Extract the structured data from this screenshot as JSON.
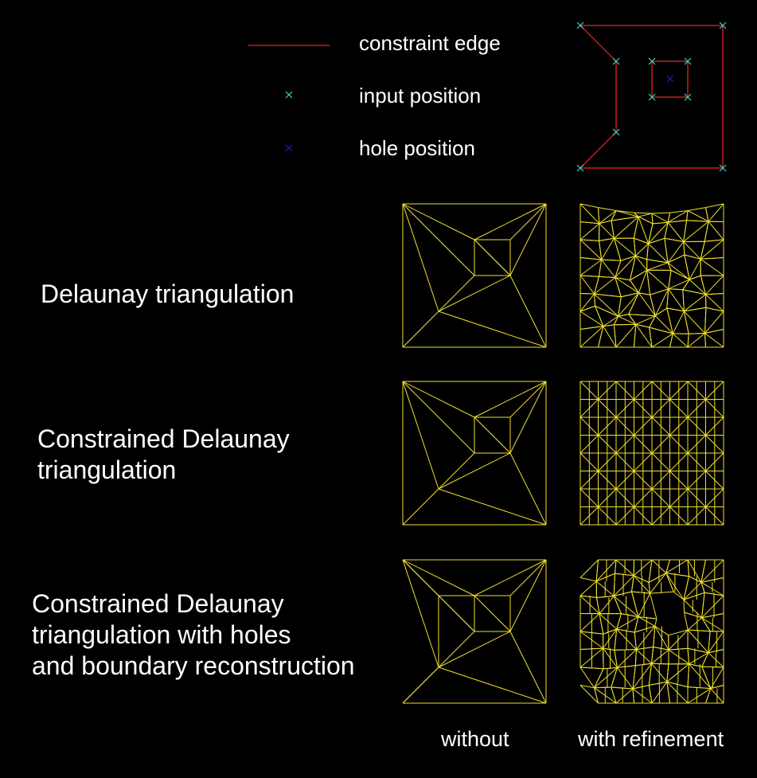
{
  "legend": {
    "items": [
      {
        "label": "constraint edge",
        "marker": "line",
        "color": "#cc1a1a"
      },
      {
        "label": "input position",
        "marker": "x",
        "color": "#3ad6d6"
      },
      {
        "label": "hole position",
        "marker": "x",
        "color": "#1c1cc8"
      }
    ]
  },
  "rows": [
    {
      "label": "Delaunay triangulation"
    },
    {
      "label": "Constrained Delaunay\ntriangulation"
    },
    {
      "label": "Constrained Delaunay\ntriangulation with holes\nand boundary reconstruction"
    }
  ],
  "columns": {
    "without": "without",
    "with_refinement": "with refinement"
  },
  "colors": {
    "background": "#000000",
    "mesh": "#f2e12b",
    "constraint": "#cc1a1a",
    "input_point": "#3ad6d6",
    "hole_point": "#1c1cc8",
    "text": "#ffffff"
  }
}
